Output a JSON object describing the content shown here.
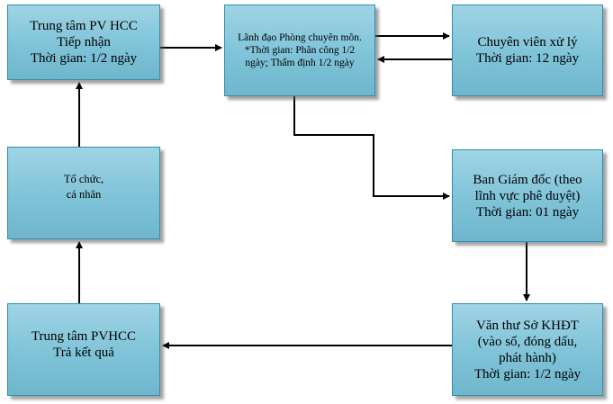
{
  "nodes": {
    "tiep_nhan": {
      "lines": [
        "Trung tâm PV HCC",
        "Tiếp nhận",
        "Thời gian: 1/2 ngày"
      ]
    },
    "lanh_dao": {
      "text": "Lãnh đạo Phòng chuyên môn. *Thời gian: Phân công 1/2 ngày; Thẩm định 1/2 ngày"
    },
    "chuyen_vien": {
      "lines": [
        "Chuyên viên xử lý",
        "Thời gian: 12 ngày"
      ]
    },
    "to_chuc": {
      "lines": [
        "Tổ chức,",
        "cá nhân"
      ]
    },
    "ban_giam_doc": {
      "lines": [
        "Ban Giám đốc (theo",
        "lĩnh vực phê duyệt)",
        "Thời gian: 01 ngày"
      ]
    },
    "tra_ket_qua": {
      "lines": [
        "Trung tâm PVHCC",
        "Trả kết quả"
      ]
    },
    "van_thu": {
      "lines": [
        "Văn thư Sở KHĐT",
        "(vào số, đóng dấu,",
        "phát hành)",
        "Thời gian: 1/2 ngày"
      ]
    }
  },
  "colors": {
    "box_fill": "#8ccbe0",
    "box_border": "#2f8fae",
    "connector": "#000000"
  }
}
